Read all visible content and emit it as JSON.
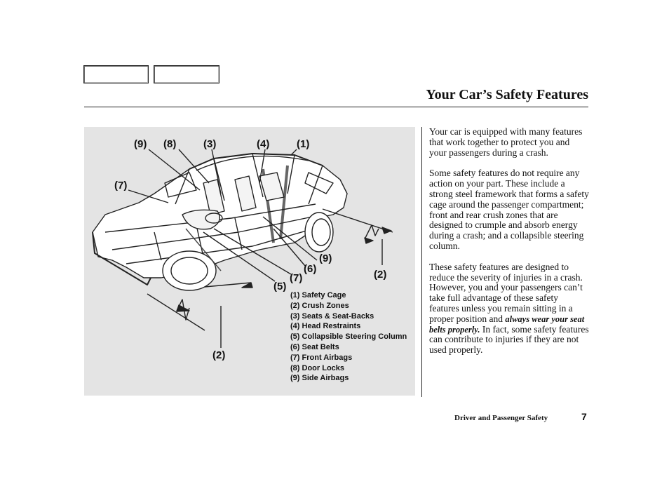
{
  "header": {
    "title": "Your Car’s Safety Features",
    "nav_buttons": [
      "",
      ""
    ]
  },
  "figure": {
    "callouts": {
      "c9_top": "(9)",
      "c8": "(8)",
      "c3": "(3)",
      "c4": "(4)",
      "c1": "(1)",
      "c7_left": "(7)",
      "c9_right": "(9)",
      "c6": "(6)",
      "c7_mid": "(7)",
      "c5": "(5)",
      "c2_right": "(2)",
      "c2_bottom": "(2)"
    },
    "legend": [
      "(1) Safety Cage",
      "(2) Crush Zones",
      "(3) Seats & Seat-Backs",
      "(4) Head Restraints",
      "(5) Collapsible Steering Column",
      "(6) Seat Belts",
      "(7) Front Airbags",
      "(8) Door Locks",
      "(9) Side Airbags"
    ]
  },
  "body": {
    "p1": "Your car is equipped with many features that work together to protect you and your passengers during a crash.",
    "p2": "Some safety features do not require any action on your part. These include a strong steel framework that forms a safety cage around the passenger compartment; front and rear crush zones that are designed to crumple and absorb energy during a crash; and a collapsible steering column.",
    "p3_a": "These safety features are designed to reduce the severity of injuries in a crash. However, you and your passengers can’t take full advantage of these safety features unless you remain sitting in a proper position and ",
    "p3_em": "always wear your seat belts properly.",
    "p3_b": " In fact, some safety features can contribute to injuries if they are not used properly."
  },
  "footer": {
    "section": "Driver and Passenger Safety",
    "page": "7"
  }
}
